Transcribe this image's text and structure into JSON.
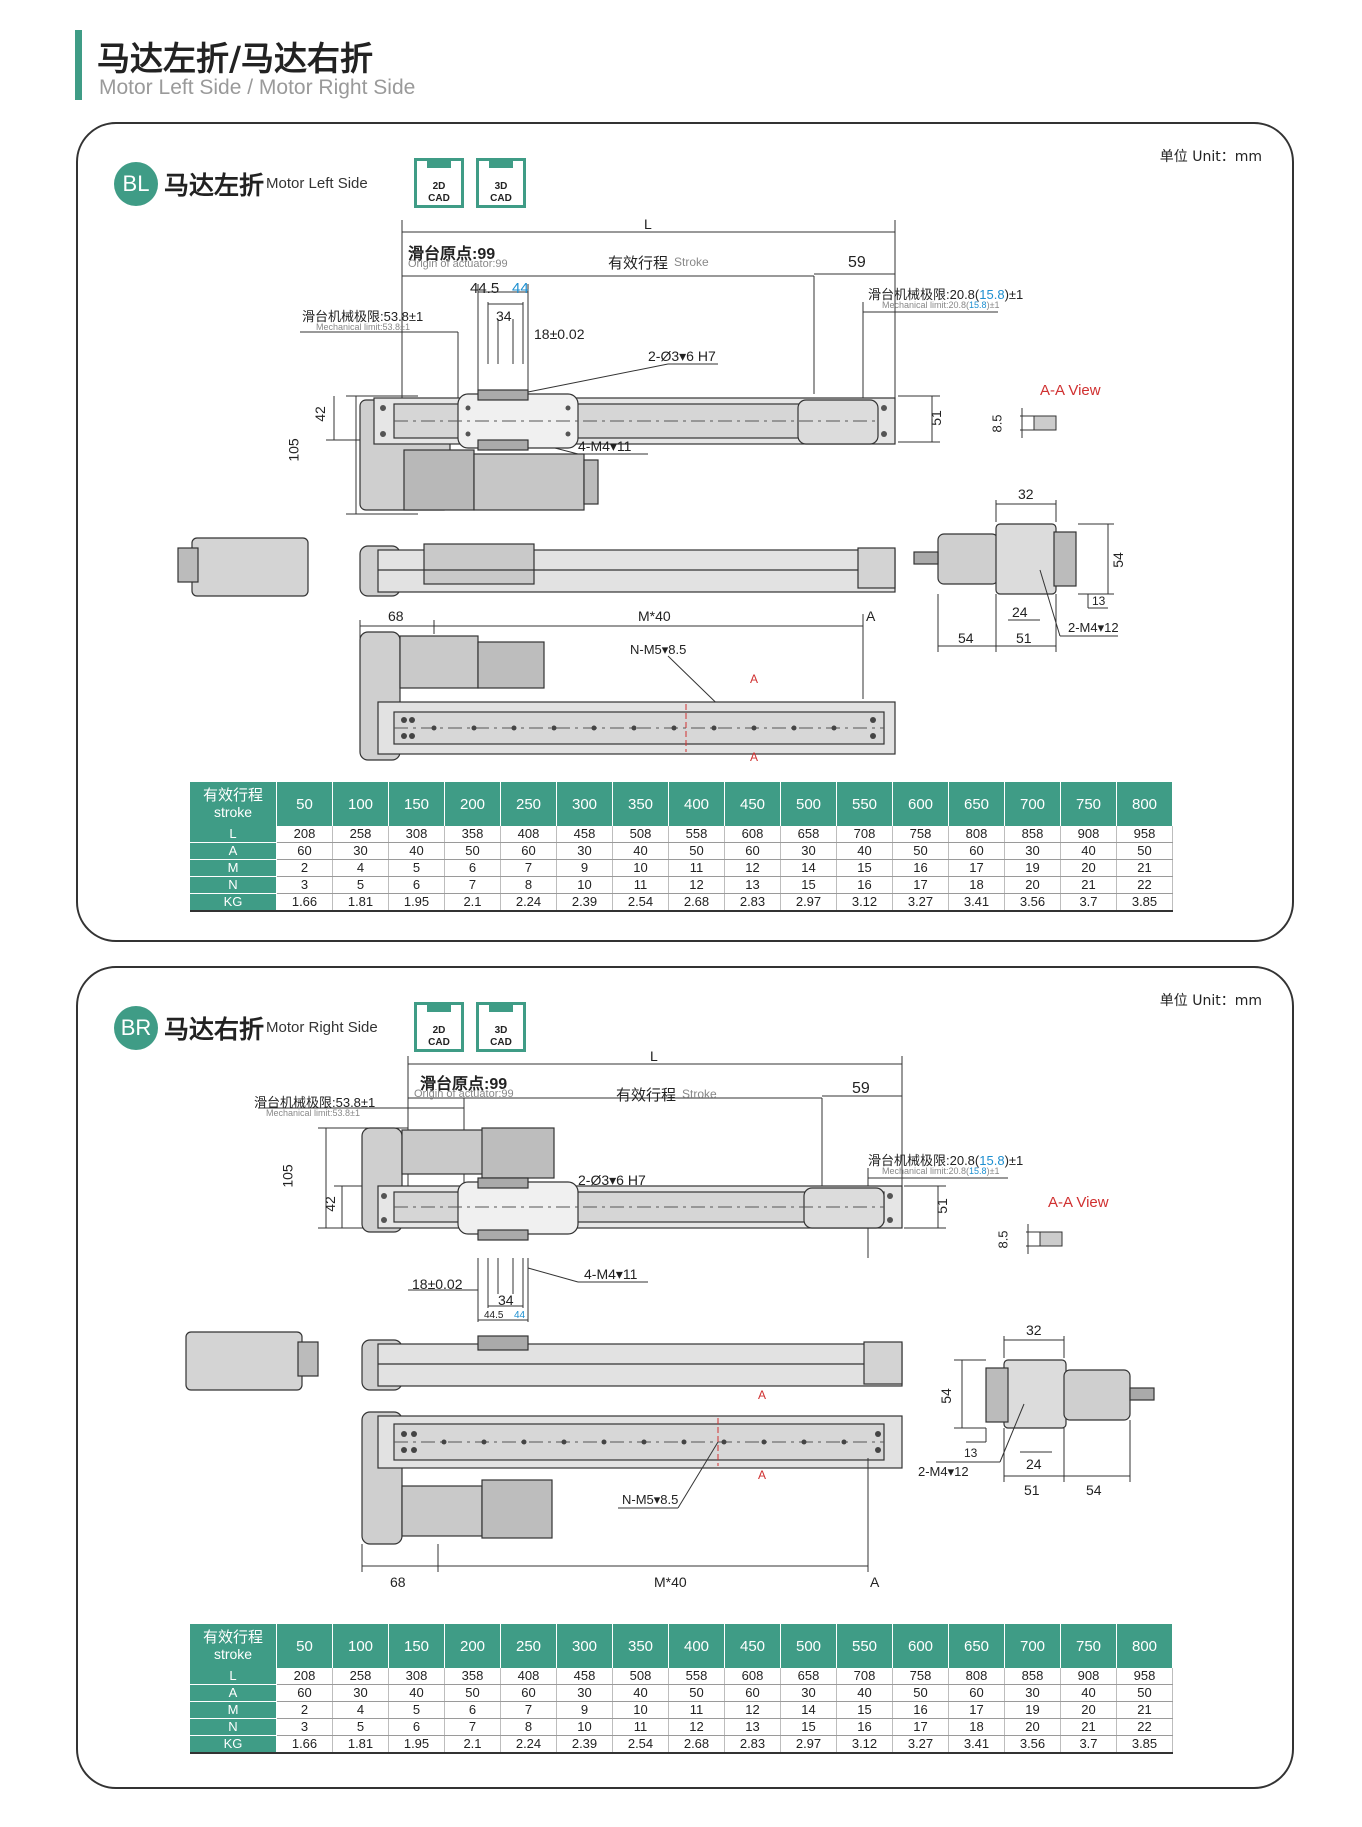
{
  "page": {
    "title_cn": "马达左折/马达右折",
    "title_en": "Motor Left Side / Motor Right Side"
  },
  "colors": {
    "accent": "#3f9c86",
    "dim_blue": "#1d8fd0",
    "aa_red": "#d03030"
  },
  "sections": [
    {
      "badge": "BL",
      "title_cn": "马达左折",
      "title_en": "Motor Left Side",
      "cad2": "2D\nCAD",
      "cad3": "3D\nCAD",
      "unit": "单位 Unit：mm",
      "labels": {
        "L": "L",
        "origin_cn": "滑台原点:99",
        "origin_en": "Origin of actuator:99",
        "stroke_cn": "有效行程",
        "stroke_en": "Stroke",
        "d59": "59",
        "d445": "44.5",
        "d44": "44",
        "d34": "34",
        "d18": "18±0.02",
        "mech_left_cn": "滑台机械极限:53.8±1",
        "mech_left_en": "Mechanical limit:53.8±1",
        "mech_right_cn_a": "滑台机械极限:20.8",
        "mech_right_cn_b": "15.8",
        "mech_right_cn_c": "±1",
        "mech_right_en_a": "Mechanical limit:20.8",
        "mech_right_en_b": "15.8",
        "mech_right_en_c": "±1",
        "pin": "2-Ø3▾6 H7",
        "m4": "4-M4▾11",
        "d42": "42",
        "d105": "105",
        "d51": "51",
        "aa": "A-A View",
        "d85": "8.5",
        "d32": "32",
        "d54": "54",
        "d13": "13",
        "d24": "24",
        "d51b": "51",
        "d54b": "54",
        "m412": "2-M4▾12",
        "d68": "68",
        "m40": "M*40",
        "A": "A",
        "n5": "N-M5▾8.5",
        "Aa": "A"
      },
      "table": {
        "head_cn": "有效行程",
        "head_en": "stroke",
        "cols": [
          "50",
          "100",
          "150",
          "200",
          "250",
          "300",
          "350",
          "400",
          "450",
          "500",
          "550",
          "600",
          "650",
          "700",
          "750",
          "800"
        ],
        "rows": [
          {
            "label": "L",
            "values": [
              "208",
              "258",
              "308",
              "358",
              "408",
              "458",
              "508",
              "558",
              "608",
              "658",
              "708",
              "758",
              "808",
              "858",
              "908",
              "958"
            ]
          },
          {
            "label": "A",
            "values": [
              "60",
              "30",
              "40",
              "50",
              "60",
              "30",
              "40",
              "50",
              "60",
              "30",
              "40",
              "50",
              "60",
              "30",
              "40",
              "50"
            ]
          },
          {
            "label": "M",
            "values": [
              "2",
              "4",
              "5",
              "6",
              "7",
              "9",
              "10",
              "11",
              "12",
              "14",
              "15",
              "16",
              "17",
              "19",
              "20",
              "21"
            ]
          },
          {
            "label": "N",
            "values": [
              "3",
              "5",
              "6",
              "7",
              "8",
              "10",
              "11",
              "12",
              "13",
              "15",
              "16",
              "17",
              "18",
              "20",
              "21",
              "22"
            ]
          },
          {
            "label": "KG",
            "values": [
              "1.66",
              "1.81",
              "1.95",
              "2.1",
              "2.24",
              "2.39",
              "2.54",
              "2.68",
              "2.83",
              "2.97",
              "3.12",
              "3.27",
              "3.41",
              "3.56",
              "3.7",
              "3.85"
            ]
          }
        ]
      }
    },
    {
      "badge": "BR",
      "title_cn": "马达右折",
      "title_en": "Motor Right Side",
      "cad2": "2D\nCAD",
      "cad3": "3D\nCAD",
      "unit": "单位 Unit：mm",
      "labels": {
        "L": "L",
        "origin_cn": "滑台原点:99",
        "origin_en": "Origin of actuator:99",
        "stroke_cn": "有效行程",
        "stroke_en": "Stroke",
        "d59": "59",
        "d445": "44.5",
        "d44": "44",
        "d34": "34",
        "d18": "18±0.02",
        "mech_left_cn": "滑台机械极限:53.8±1",
        "mech_left_en": "Mechanical limit:53.8±1",
        "mech_right_cn_a": "滑台机械极限:20.8",
        "mech_right_cn_b": "15.8",
        "mech_right_cn_c": "±1",
        "mech_right_en_a": "Mechanical limit:20.8",
        "mech_right_en_b": "15.8",
        "mech_right_en_c": "±1",
        "pin": "2-Ø3▾6 H7",
        "m4": "4-M4▾11",
        "d42": "42",
        "d105": "105",
        "d51": "51",
        "aa": "A-A View",
        "d85": "8.5",
        "d32": "32",
        "d54": "54",
        "d13": "13",
        "d24": "24",
        "d51b": "51",
        "d54b": "54",
        "m412": "2-M4▾12",
        "d68": "68",
        "m40": "M*40",
        "A": "A",
        "n5": "N-M5▾8.5",
        "Aa": "A"
      },
      "table": {
        "head_cn": "有效行程",
        "head_en": "stroke",
        "cols": [
          "50",
          "100",
          "150",
          "200",
          "250",
          "300",
          "350",
          "400",
          "450",
          "500",
          "550",
          "600",
          "650",
          "700",
          "750",
          "800"
        ],
        "rows": [
          {
            "label": "L",
            "values": [
              "208",
              "258",
              "308",
              "358",
              "408",
              "458",
              "508",
              "558",
              "608",
              "658",
              "708",
              "758",
              "808",
              "858",
              "908",
              "958"
            ]
          },
          {
            "label": "A",
            "values": [
              "60",
              "30",
              "40",
              "50",
              "60",
              "30",
              "40",
              "50",
              "60",
              "30",
              "40",
              "50",
              "60",
              "30",
              "40",
              "50"
            ]
          },
          {
            "label": "M",
            "values": [
              "2",
              "4",
              "5",
              "6",
              "7",
              "9",
              "10",
              "11",
              "12",
              "14",
              "15",
              "16",
              "17",
              "19",
              "20",
              "21"
            ]
          },
          {
            "label": "N",
            "values": [
              "3",
              "5",
              "6",
              "7",
              "8",
              "10",
              "11",
              "12",
              "13",
              "15",
              "16",
              "17",
              "18",
              "20",
              "21",
              "22"
            ]
          },
          {
            "label": "KG",
            "values": [
              "1.66",
              "1.81",
              "1.95",
              "2.1",
              "2.24",
              "2.39",
              "2.54",
              "2.68",
              "2.83",
              "2.97",
              "3.12",
              "3.27",
              "3.41",
              "3.56",
              "3.7",
              "3.85"
            ]
          }
        ]
      }
    }
  ]
}
